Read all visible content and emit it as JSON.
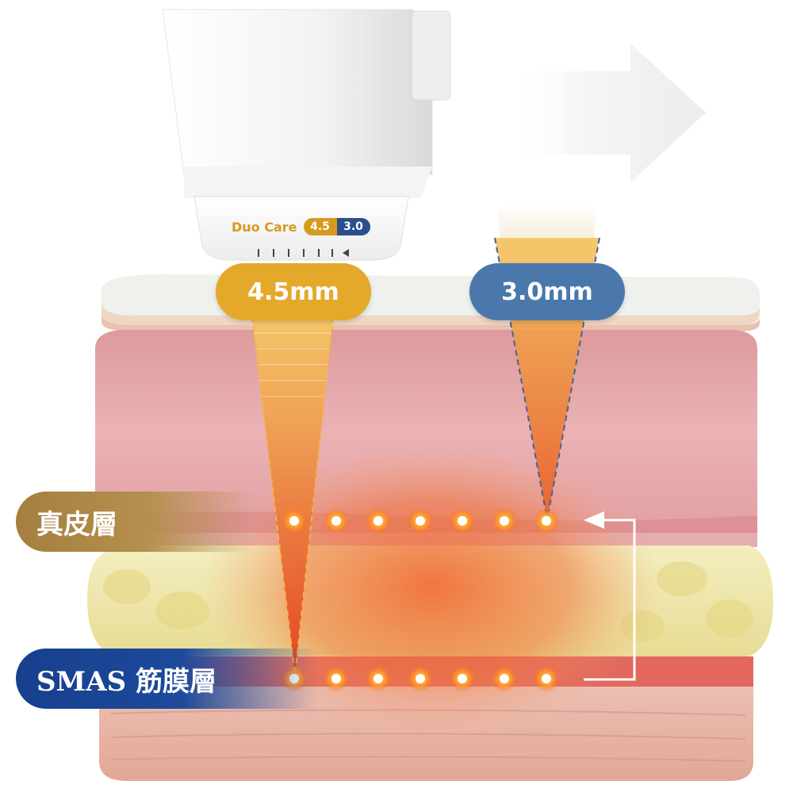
{
  "device": {
    "brand": "Duo Care",
    "depth_chip_a": "4.5",
    "depth_chip_b": "3.0"
  },
  "depth_labels": {
    "deep": "4.5mm",
    "shallow": "3.0mm"
  },
  "layers": {
    "dermis": "真皮層",
    "smas": "SMAS 筋膜層"
  },
  "colors": {
    "gold": "#e4a82a",
    "blue": "#4a78ad",
    "dermis_label": "#a47f3f",
    "smas_label": "#173f8e",
    "skin_pink": "#e8a8a8",
    "fat_yellow": "#f0eaa8"
  },
  "focal_points": {
    "dermis_row_count": 7,
    "smas_row_count": 7
  },
  "icons": [
    "movement-arrow-icon",
    "return-arrow-icon",
    "scale-ticks-icon"
  ]
}
